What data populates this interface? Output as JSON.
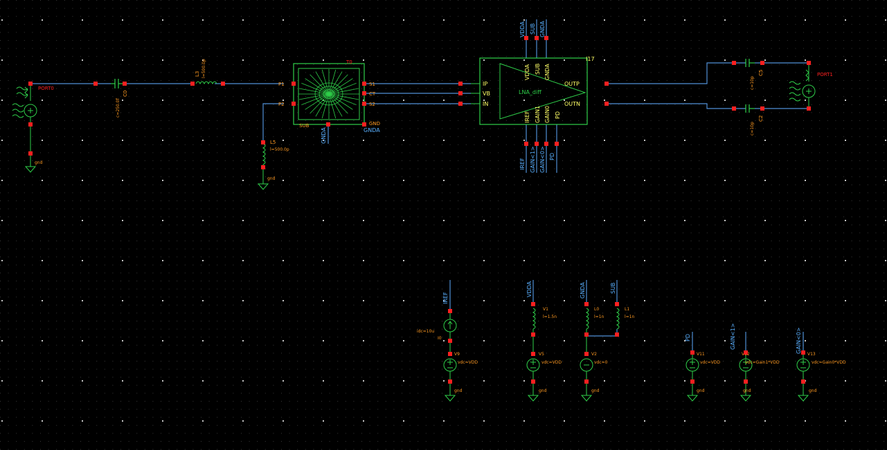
{
  "colors": {
    "background": "#000000",
    "wire": "#4f8fd6",
    "component": "#2fd04a",
    "pin": "#ff2020",
    "instance_label": "#ff9a22",
    "net_label": "#5ab0ff",
    "pin_label": "#ffff66",
    "grid_dot": "#3a3a3a",
    "grid_major": "#c8c8c8"
  },
  "port0": {
    "name": "PORT0",
    "gnd": "gnd"
  },
  "c0": {
    "name": "C0",
    "value": "c=250.0f"
  },
  "l3": {
    "name": "L3",
    "value": "l=500.0p"
  },
  "l5": {
    "name": "L5",
    "value": "l=500.0p",
    "gnd": "gnd"
  },
  "t0": {
    "name": "T0",
    "pins": {
      "p1": "P1",
      "p2": "P2",
      "s1": "S1",
      "ct": "CT",
      "s2": "S2",
      "sub": "SUB",
      "gnd": "GND"
    },
    "net_gnda": "GNDA",
    "net_gnda_right": "GNDA"
  },
  "lna": {
    "instance": "I17",
    "cell": "LNA_diff",
    "pins": {
      "ip": "IP",
      "vb": "VB",
      "in": "IN",
      "outp": "OUTP",
      "outn": "OUTN",
      "vdda": "VDDA",
      "sub": "SUB",
      "gnda": "GNDA",
      "iref": "IREF",
      "gain1": "GAIN1",
      "gain0": "GAIN0",
      "pd": "PD"
    },
    "top_nets": [
      "VDDA",
      "SUB",
      "GNDA"
    ],
    "bottom_nets": [
      "IREF",
      "GAIN<1>",
      "GAIN<0>",
      "PD"
    ]
  },
  "c5": {
    "name": "C5",
    "value": "c=10p"
  },
  "c2": {
    "name": "C2",
    "value": "c=10p"
  },
  "port1": {
    "name": "PORT1"
  },
  "bias": {
    "iref": {
      "net": "IREF",
      "source": "I0",
      "value": "idc=10u",
      "id": "V9",
      "vsrc": "vdc=VDD",
      "gnd": "gnd"
    },
    "vdda": {
      "net": "VDDA",
      "ind": "V1",
      "ind_value": "l=1.5n",
      "vsrc_id": "V5",
      "vsrc": "vdc=VDD",
      "gnd": "gnd"
    },
    "gnda": {
      "net": "GNDA",
      "ind": "L0",
      "ind_value": "l=1n",
      "vsrc_id": "V2",
      "vsrc": "vdc=0",
      "gnd": "gnd"
    },
    "sub": {
      "net": "SUB",
      "ind": "L1",
      "ind_value": "l=1n"
    },
    "pd": {
      "net": "PD",
      "id": "V11",
      "vsrc": "vdc=VDD",
      "gnd": "gnd"
    },
    "gain1": {
      "net": "GAIN<1>",
      "id": "V12",
      "vsrc": "vdc=Gain1*VDD",
      "gnd": "gnd"
    },
    "gain0": {
      "net": "GAIN<0>",
      "id": "V13",
      "vsrc": "vdc=Gain0*VDD",
      "gnd": "gnd"
    }
  }
}
